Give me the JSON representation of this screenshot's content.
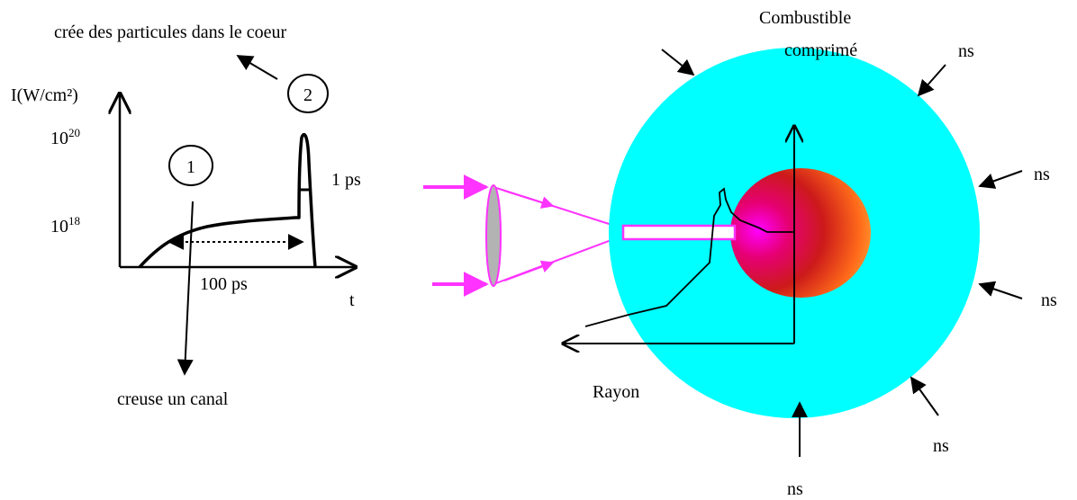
{
  "left_plot": {
    "top_note": "crée des particules dans le coeur",
    "y_axis_label": "I(W/cm²)",
    "y_tick_high_base": "10",
    "y_tick_high_exp": "20",
    "y_tick_low_base": "10",
    "y_tick_low_exp": "18",
    "x_axis_label": "t",
    "pulse_duration_long": "100 ps",
    "pulse_duration_short": "1 ps",
    "step1_marker": "1",
    "step2_marker": "2",
    "bottom_note": "creuse un canal"
  },
  "right_diagram": {
    "fuel_label_line1": "Combustible",
    "fuel_label_line2": "comprimé",
    "radius_label": "Rayon",
    "ns_labels": [
      "ns",
      "ns",
      "ns",
      "ns",
      "ns"
    ]
  },
  "colors": {
    "laser": "#ff33ff",
    "fuel": "#00ffff",
    "core_edge": "#ff8c1a",
    "core_center": "#ff00ff",
    "lens": "#b3b3b3"
  }
}
